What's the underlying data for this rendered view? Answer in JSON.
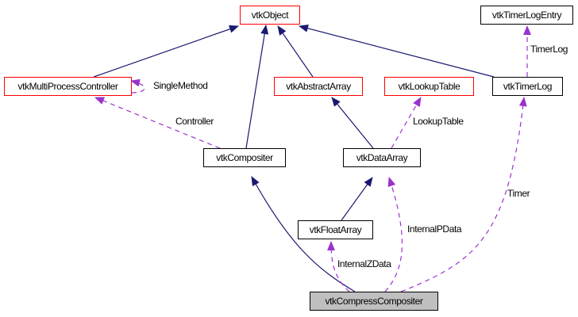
{
  "diagram": {
    "nodes": {
      "vtkObject": "vtkObject",
      "vtkTimerLogEntry": "vtkTimerLogEntry",
      "vtkMultiProcessController": "vtkMultiProcessController",
      "vtkAbstractArray": "vtkAbstractArray",
      "vtkLookupTable": "vtkLookupTable",
      "vtkTimerLog": "vtkTimerLog",
      "vtkCompositer": "vtkCompositer",
      "vtkDataArray": "vtkDataArray",
      "vtkFloatArray": "vtkFloatArray",
      "vtkCompressCompositer": "vtkCompressCompositer"
    },
    "edge_labels": {
      "singleMethod": "SingleMethod",
      "controller": "Controller",
      "timerLog": "TimerLog",
      "lookupTable": "LookupTable",
      "timer": "Timer",
      "internalPData": "InternalPData",
      "internalZData": "InternalZData"
    },
    "colors": {
      "inheritance": "#191970",
      "usage": "#9a32cd",
      "documented_border": "#000000",
      "undocumented_border": "#ff0000",
      "focus_fill": "#bfbfbf"
    }
  }
}
